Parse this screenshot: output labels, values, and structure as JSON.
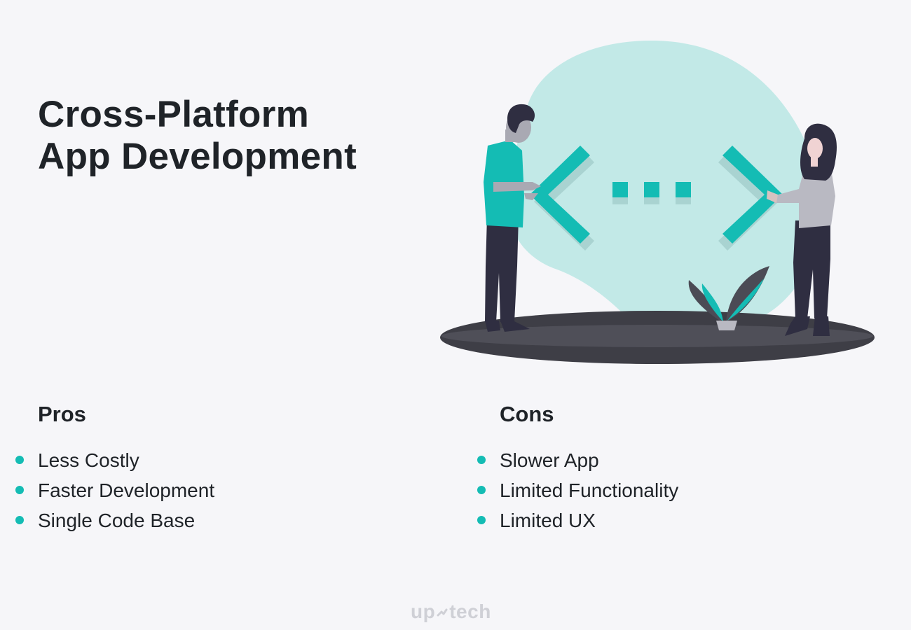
{
  "title": {
    "line1": "Cross-Platform",
    "line2": "App Development"
  },
  "pros": {
    "heading": "Pros",
    "items": [
      "Less Costly",
      "Faster Development",
      "Single Code Base"
    ]
  },
  "cons": {
    "heading": "Cons",
    "items": [
      "Slower App",
      "Limited Functionality",
      "Limited UX"
    ]
  },
  "logo": {
    "left": "up",
    "right": "tech"
  },
  "colors": {
    "background": "#f6f6f9",
    "accent": "#14bcb4",
    "blob": "#c2e9e7",
    "ground": "#4b4b55",
    "text": "#1f2328",
    "logo": "#cfd0d6"
  },
  "illustration": {
    "icon": "code-brackets-illustration"
  }
}
